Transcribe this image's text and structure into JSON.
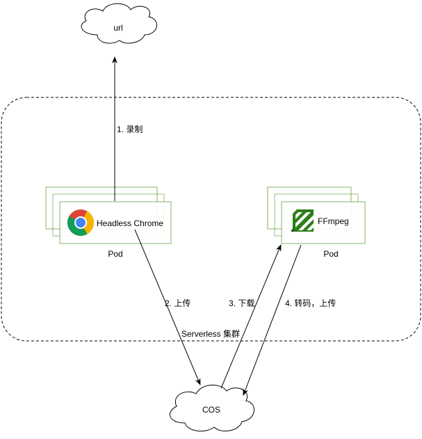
{
  "clouds": {
    "url": "url",
    "cos": "COS"
  },
  "cluster": {
    "label": "Serverless 集群"
  },
  "pods": {
    "chrome": {
      "name": "Headless Chrome",
      "caption": "Pod",
      "icon": "chrome-icon"
    },
    "ffmpeg": {
      "name": "FFmpeg",
      "caption": "Pod",
      "icon": "ffmpeg-icon"
    }
  },
  "steps": {
    "record": "1. 录制",
    "upload": "2. 上传",
    "download": "3. 下载",
    "transcode": "4. 转码，上传"
  },
  "colors": {
    "pod_border": "#82b366",
    "line": "#000000",
    "ffmpeg_green": "#2e7d1b"
  }
}
